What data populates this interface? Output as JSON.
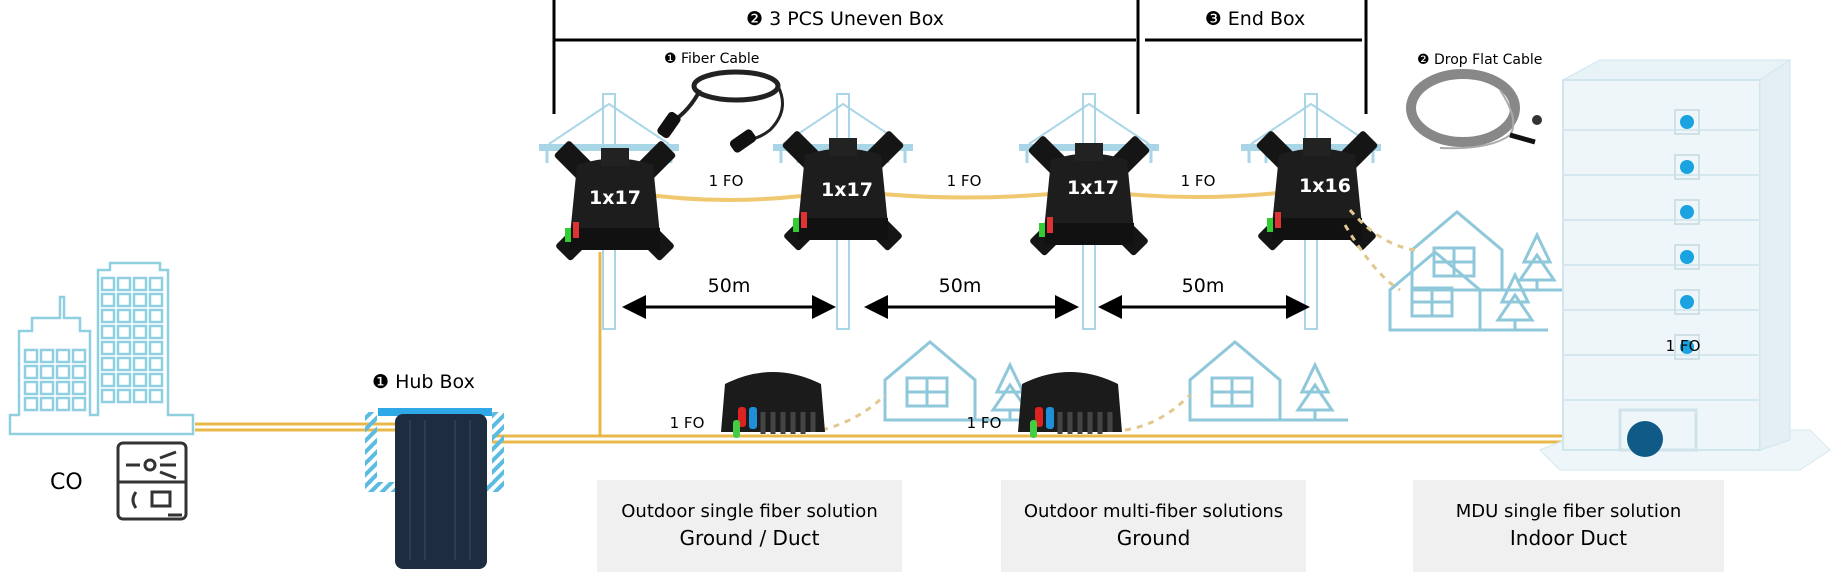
{
  "headers": {
    "uneven_box": "❷ 3 PCS Uneven Box",
    "end_box": "❸ End Box"
  },
  "products": {
    "fiber_cable": "❶ Fiber Cable",
    "drop_flat_cable": "❷ Drop Flat Cable",
    "hub_box": "❶ Hub Box"
  },
  "co_label": "CO",
  "aerial_boxes": [
    {
      "ratio": "1x17"
    },
    {
      "ratio": "1x17"
    },
    {
      "ratio": "1x17"
    },
    {
      "ratio": "1x16"
    }
  ],
  "aerial_links": [
    "1 FO",
    "1 FO",
    "1 FO"
  ],
  "distances": [
    "50m",
    "50m",
    "50m"
  ],
  "ground_links": [
    "1 FO",
    "1 FO"
  ],
  "mdu_link": "1 FO",
  "solutions": [
    {
      "title": "Outdoor single fiber solution",
      "subtitle": "Ground / Duct"
    },
    {
      "title": "Outdoor multi-fiber solutions",
      "subtitle": "Ground"
    },
    {
      "title": "MDU single fiber solution",
      "subtitle": "Indoor Duct"
    }
  ],
  "colors": {
    "fiber": "#e8b84a",
    "line_art": "#8fd0e0",
    "mdu_hub": "#0f5a86",
    "mdu_dot": "#1aa3e0",
    "panel": "#f0f0f0"
  }
}
